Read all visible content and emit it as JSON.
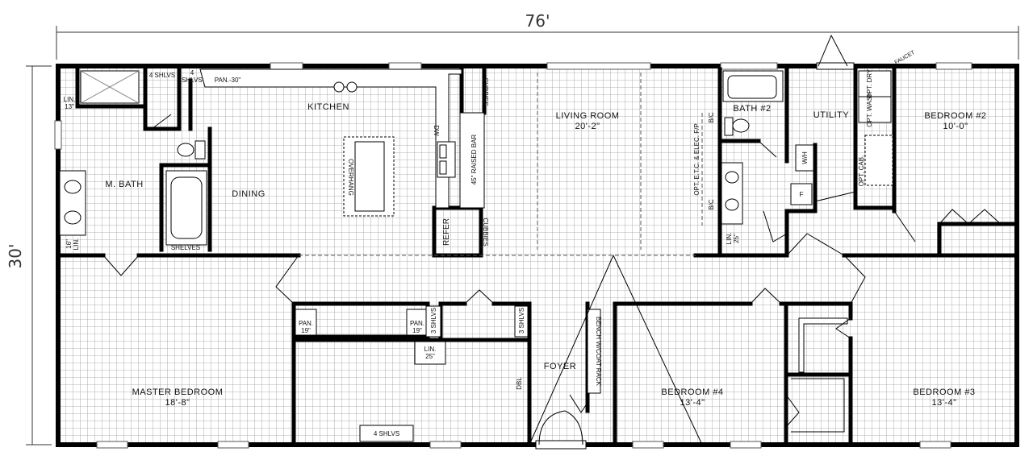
{
  "dimensions": {
    "width": "76'",
    "depth": "30'"
  },
  "rooms": {
    "kitchen": "KITCHEN",
    "dining": "DINING",
    "living": "LIVING ROOM",
    "living_size": "20'-2\"",
    "master_bath": "M. BATH",
    "bath2": "BATH #2",
    "utility": "UTILITY",
    "bedroom2": "BEDROOM #2",
    "bedroom2_size": "10'-0\"",
    "master_bedroom": "MASTER BEDROOM",
    "master_bedroom_size": "18'-8\"",
    "foyer": "FOYER",
    "bedroom4": "BEDROOM #4",
    "bedroom4_size": "13'-4\"",
    "bedroom3": "BEDROOM #3",
    "bedroom3_size": "13'-4\""
  },
  "labels": {
    "lin13": "LIN.",
    "lin13b": "13\"",
    "shlvs4_a": "4 SHLVS",
    "shlvs4_b1": "4",
    "shlvs4_b2": "SHLVS",
    "pan30": "PAN.-30\"",
    "lin16a": "16\"",
    "lin16b": "LIN.",
    "shelves": "SHELVES",
    "overhang": "OVERHANG",
    "dw": "DW",
    "raised_bar": "45\" RAISED BAR",
    "cubbies_top": "CUBBIES",
    "cubbies_bot": "CUBBIES",
    "refer": "REFER",
    "opt_etc": "OPT. E.T.C. & ELEC. F/P",
    "bc_top": "B/C",
    "bc_bot": "B/C",
    "lin25_bath": "LIN.",
    "lin25_bath_b": "25\"",
    "wh": "W/H",
    "furnace": "F",
    "opt_dry": "OPT. DRY",
    "opt_wash": "OPT. WASH",
    "opt_cab": "OPT. CAB.",
    "faucet": "FAUCET",
    "pan19a": "PAN.",
    "pan19a_b": "19\"",
    "pan19b": "PAN.",
    "pan19b_b": "19\"",
    "shlvs3_a": "3 SHLVS",
    "shlvs3_b": "3 SHLVS",
    "lin25_hall": "LIN.",
    "lin25_hall_b": "25\"",
    "bench": "BENCH W/COAT RACK",
    "dbl": "DBL",
    "shlvs4_c": "4 SHLVS"
  }
}
